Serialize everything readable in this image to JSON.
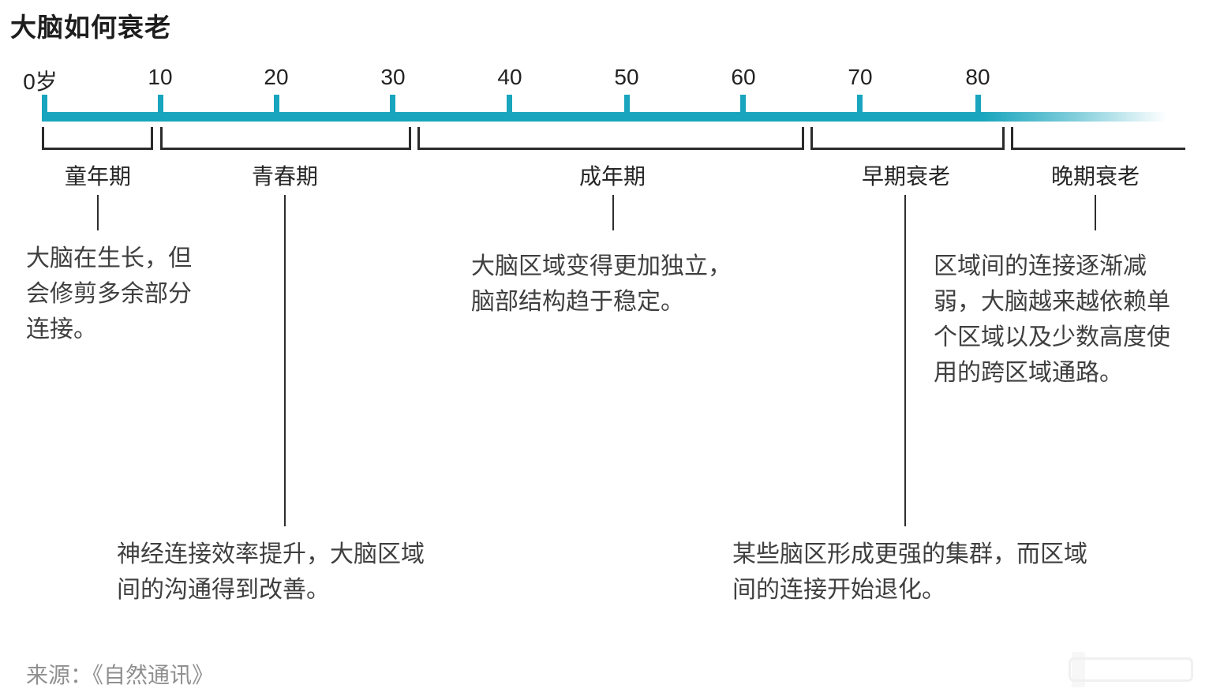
{
  "title": "大脑如何衰老",
  "accent_color": "#19a5bd",
  "line_color": "#2b2b2b",
  "timeline": {
    "type": "timeline",
    "axis_unit": "岁",
    "axis_range": [
      0,
      98
    ],
    "ticks": [
      {
        "label": "0岁",
        "value": 0
      },
      {
        "label": "10",
        "value": 10
      },
      {
        "label": "20",
        "value": 20
      },
      {
        "label": "30",
        "value": 30
      },
      {
        "label": "40",
        "value": 40
      },
      {
        "label": "50",
        "value": 50
      },
      {
        "label": "60",
        "value": 60
      },
      {
        "label": "70",
        "value": 70
      },
      {
        "label": "80",
        "value": 80
      }
    ],
    "bar_fades_out_after": 82,
    "stages": [
      {
        "name": "童年期",
        "approx_span": [
          0,
          9.5
        ],
        "annotation": "大脑在生长，但\n会修剪多余部分\n连接。"
      },
      {
        "name": "青春期",
        "approx_span": [
          10,
          31.5
        ],
        "annotation": "神经连接效率提升，大脑区域\n间的沟通得到改善。"
      },
      {
        "name": "成年期",
        "approx_span": [
          32,
          65
        ],
        "annotation": "大脑区域变得更加独立，\n脑部结构趋于稳定。"
      },
      {
        "name": "早期衰老",
        "approx_span": [
          65.5,
          82
        ],
        "annotation": "某些脑区形成更强的集群，而区域\n间的连接开始退化。"
      },
      {
        "name": "晚期衰老",
        "approx_span": [
          83,
          98
        ],
        "annotation": "区域间的连接逐渐减\n弱，大脑越来越依赖单\n个区域以及少数高度使\n用的跨区域通路。"
      }
    ]
  },
  "source": "来源：《自然通讯》"
}
